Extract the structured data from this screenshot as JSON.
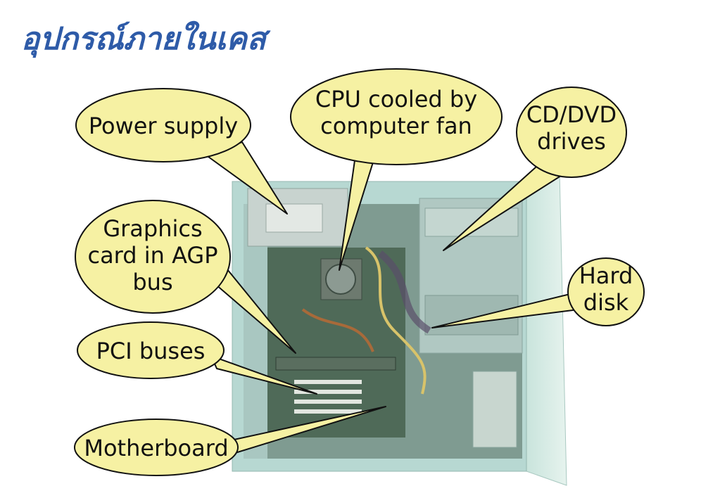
{
  "slide": {
    "title": "อุปกรณ์ภายในเคส",
    "title_color": "#2e5ba8"
  },
  "colors": {
    "callout_fill": "#f6f1a3",
    "callout_stroke": "#111111",
    "case_body": "#b9dbd6",
    "case_interior": "#7e9a8f",
    "case_side": "#d7ece5"
  },
  "callouts": [
    {
      "id": "power-supply",
      "lines": [
        "Power supply"
      ]
    },
    {
      "id": "cpu",
      "lines": [
        "CPU cooled by",
        "computer fan"
      ]
    },
    {
      "id": "cd-dvd",
      "lines": [
        "CD/DVD",
        "drives"
      ]
    },
    {
      "id": "graphics-card",
      "lines": [
        "Graphics",
        "card in AGP",
        "bus"
      ]
    },
    {
      "id": "hard-disk",
      "lines": [
        "Hard",
        "disk"
      ]
    },
    {
      "id": "pci-buses",
      "lines": [
        "PCI buses"
      ]
    },
    {
      "id": "motherboard",
      "lines": [
        "Motherboard"
      ]
    }
  ]
}
